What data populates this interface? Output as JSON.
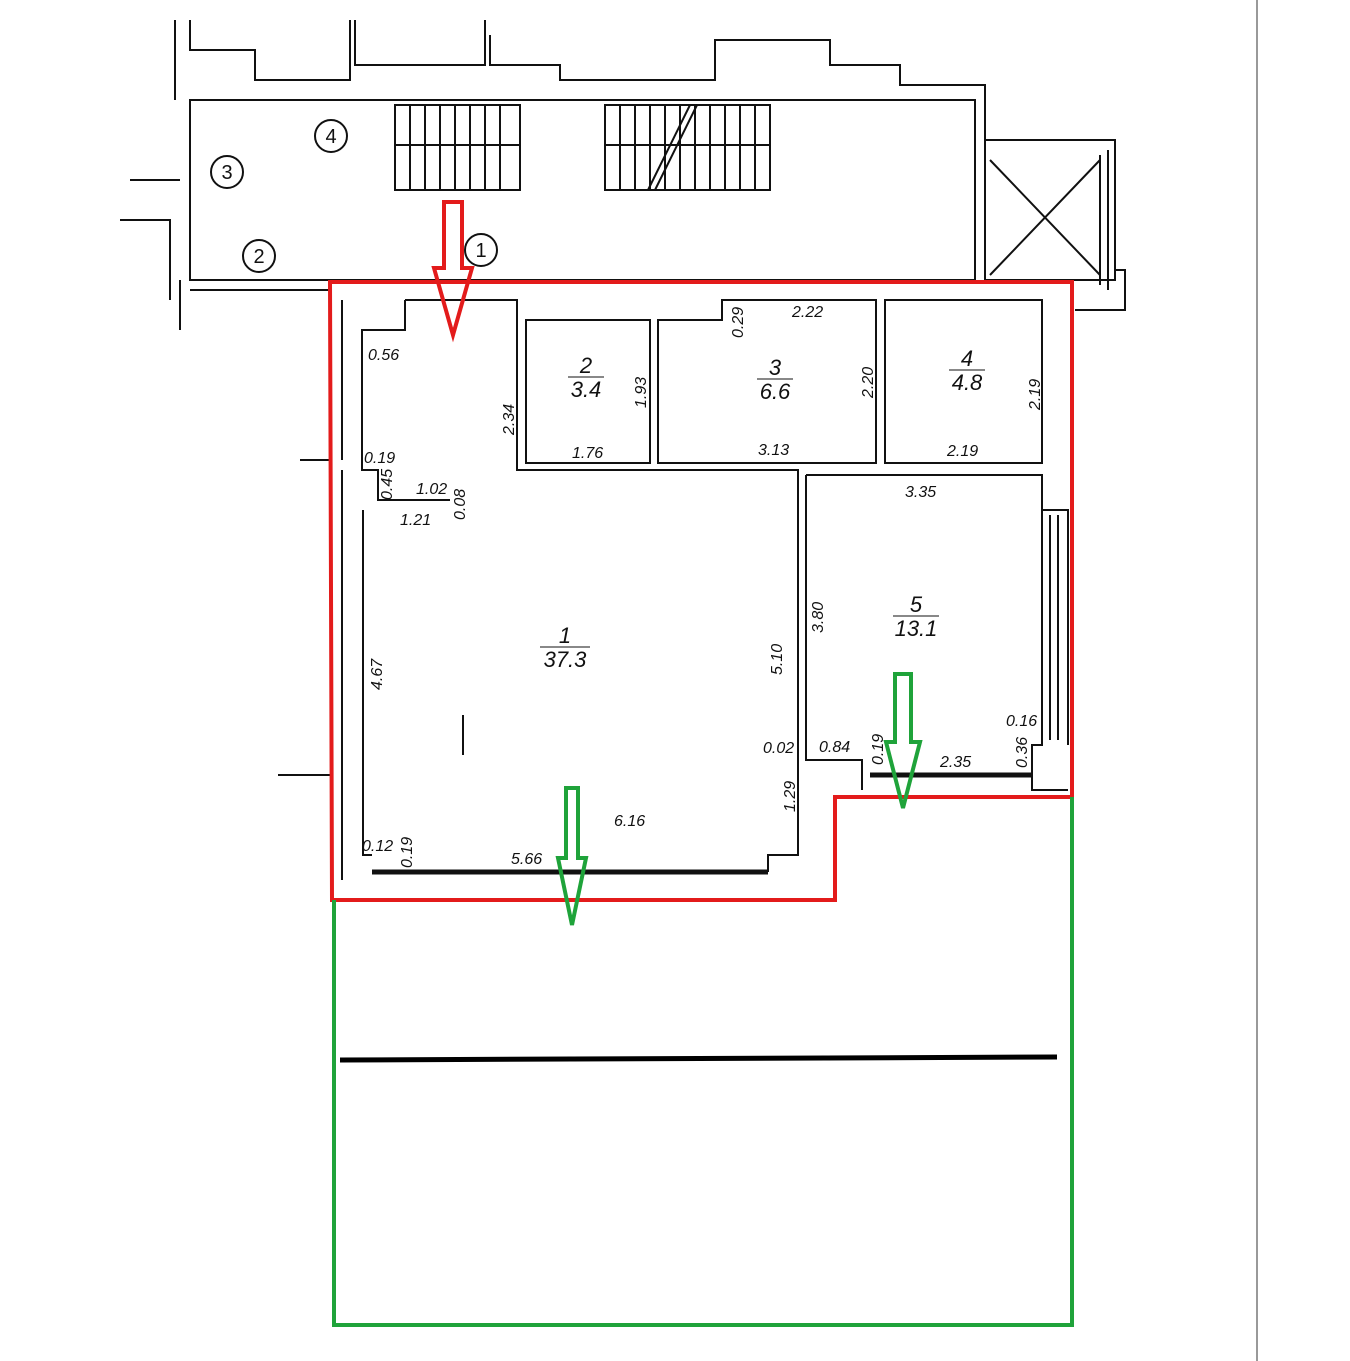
{
  "colors": {
    "boundary": "#e31b1b",
    "exit_area": "#1fa33a",
    "walls": "#111111"
  },
  "stair_markers": [
    "1",
    "2",
    "3",
    "4"
  ],
  "rooms": [
    {
      "number": "1",
      "area": "37.3"
    },
    {
      "number": "2",
      "area": "3.4"
    },
    {
      "number": "3",
      "area": "6.6"
    },
    {
      "number": "4",
      "area": "4.8"
    },
    {
      "number": "5",
      "area": "13.1"
    }
  ],
  "dimensions": {
    "d056": "0.56",
    "d019a": "0.19",
    "d045": "0.45",
    "d102": "1.02",
    "d008": "0.08",
    "d121": "1.21",
    "d234": "2.34",
    "d467": "4.67",
    "d012": "0.12",
    "d019b": "0.19",
    "d566": "5.66",
    "d616": "6.16",
    "d129": "1.29",
    "d002": "0.02",
    "d510": "5.10",
    "d176": "1.76",
    "d193": "1.93",
    "d029": "0.29",
    "d222": "2.22",
    "d313": "3.13",
    "d220": "2.20",
    "d219a": "2.19",
    "d219b": "2.19",
    "d335": "3.35",
    "d380": "3.80",
    "d084": "0.84",
    "d019c": "0.19",
    "d235": "2.35",
    "d036": "0.36",
    "d016": "0.16"
  }
}
